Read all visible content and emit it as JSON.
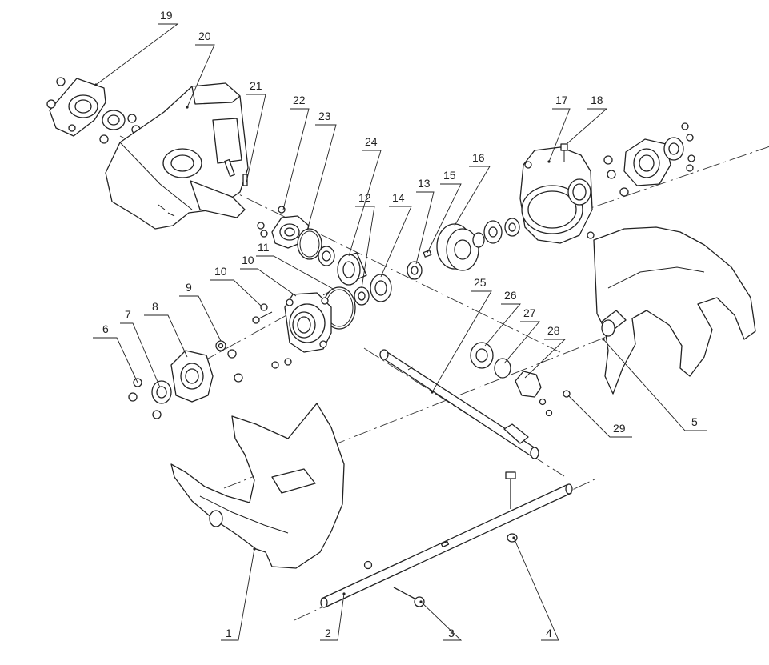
{
  "callouts": [
    {
      "id": "c1",
      "label": "1"
    },
    {
      "id": "c2",
      "label": "2"
    },
    {
      "id": "c3",
      "label": "3"
    },
    {
      "id": "c4",
      "label": "4"
    },
    {
      "id": "c5",
      "label": "5"
    },
    {
      "id": "c6",
      "label": "6"
    },
    {
      "id": "c7",
      "label": "7"
    },
    {
      "id": "c8",
      "label": "8"
    },
    {
      "id": "c9",
      "label": "9"
    },
    {
      "id": "c10a",
      "label": "10"
    },
    {
      "id": "c10b",
      "label": "10"
    },
    {
      "id": "c11",
      "label": "11"
    },
    {
      "id": "c12",
      "label": "12"
    },
    {
      "id": "c13",
      "label": "13"
    },
    {
      "id": "c14",
      "label": "14"
    },
    {
      "id": "c15",
      "label": "15"
    },
    {
      "id": "c16",
      "label": "16"
    },
    {
      "id": "c17",
      "label": "17"
    },
    {
      "id": "c18",
      "label": "18"
    },
    {
      "id": "c19",
      "label": "19"
    },
    {
      "id": "c20",
      "label": "20"
    },
    {
      "id": "c21",
      "label": "21"
    },
    {
      "id": "c22",
      "label": "22"
    },
    {
      "id": "c23",
      "label": "23"
    },
    {
      "id": "c24",
      "label": "24"
    },
    {
      "id": "c25",
      "label": "25"
    },
    {
      "id": "c26",
      "label": "26"
    },
    {
      "id": "c27",
      "label": "27"
    },
    {
      "id": "c28",
      "label": "28"
    },
    {
      "id": "c29",
      "label": "29"
    }
  ]
}
